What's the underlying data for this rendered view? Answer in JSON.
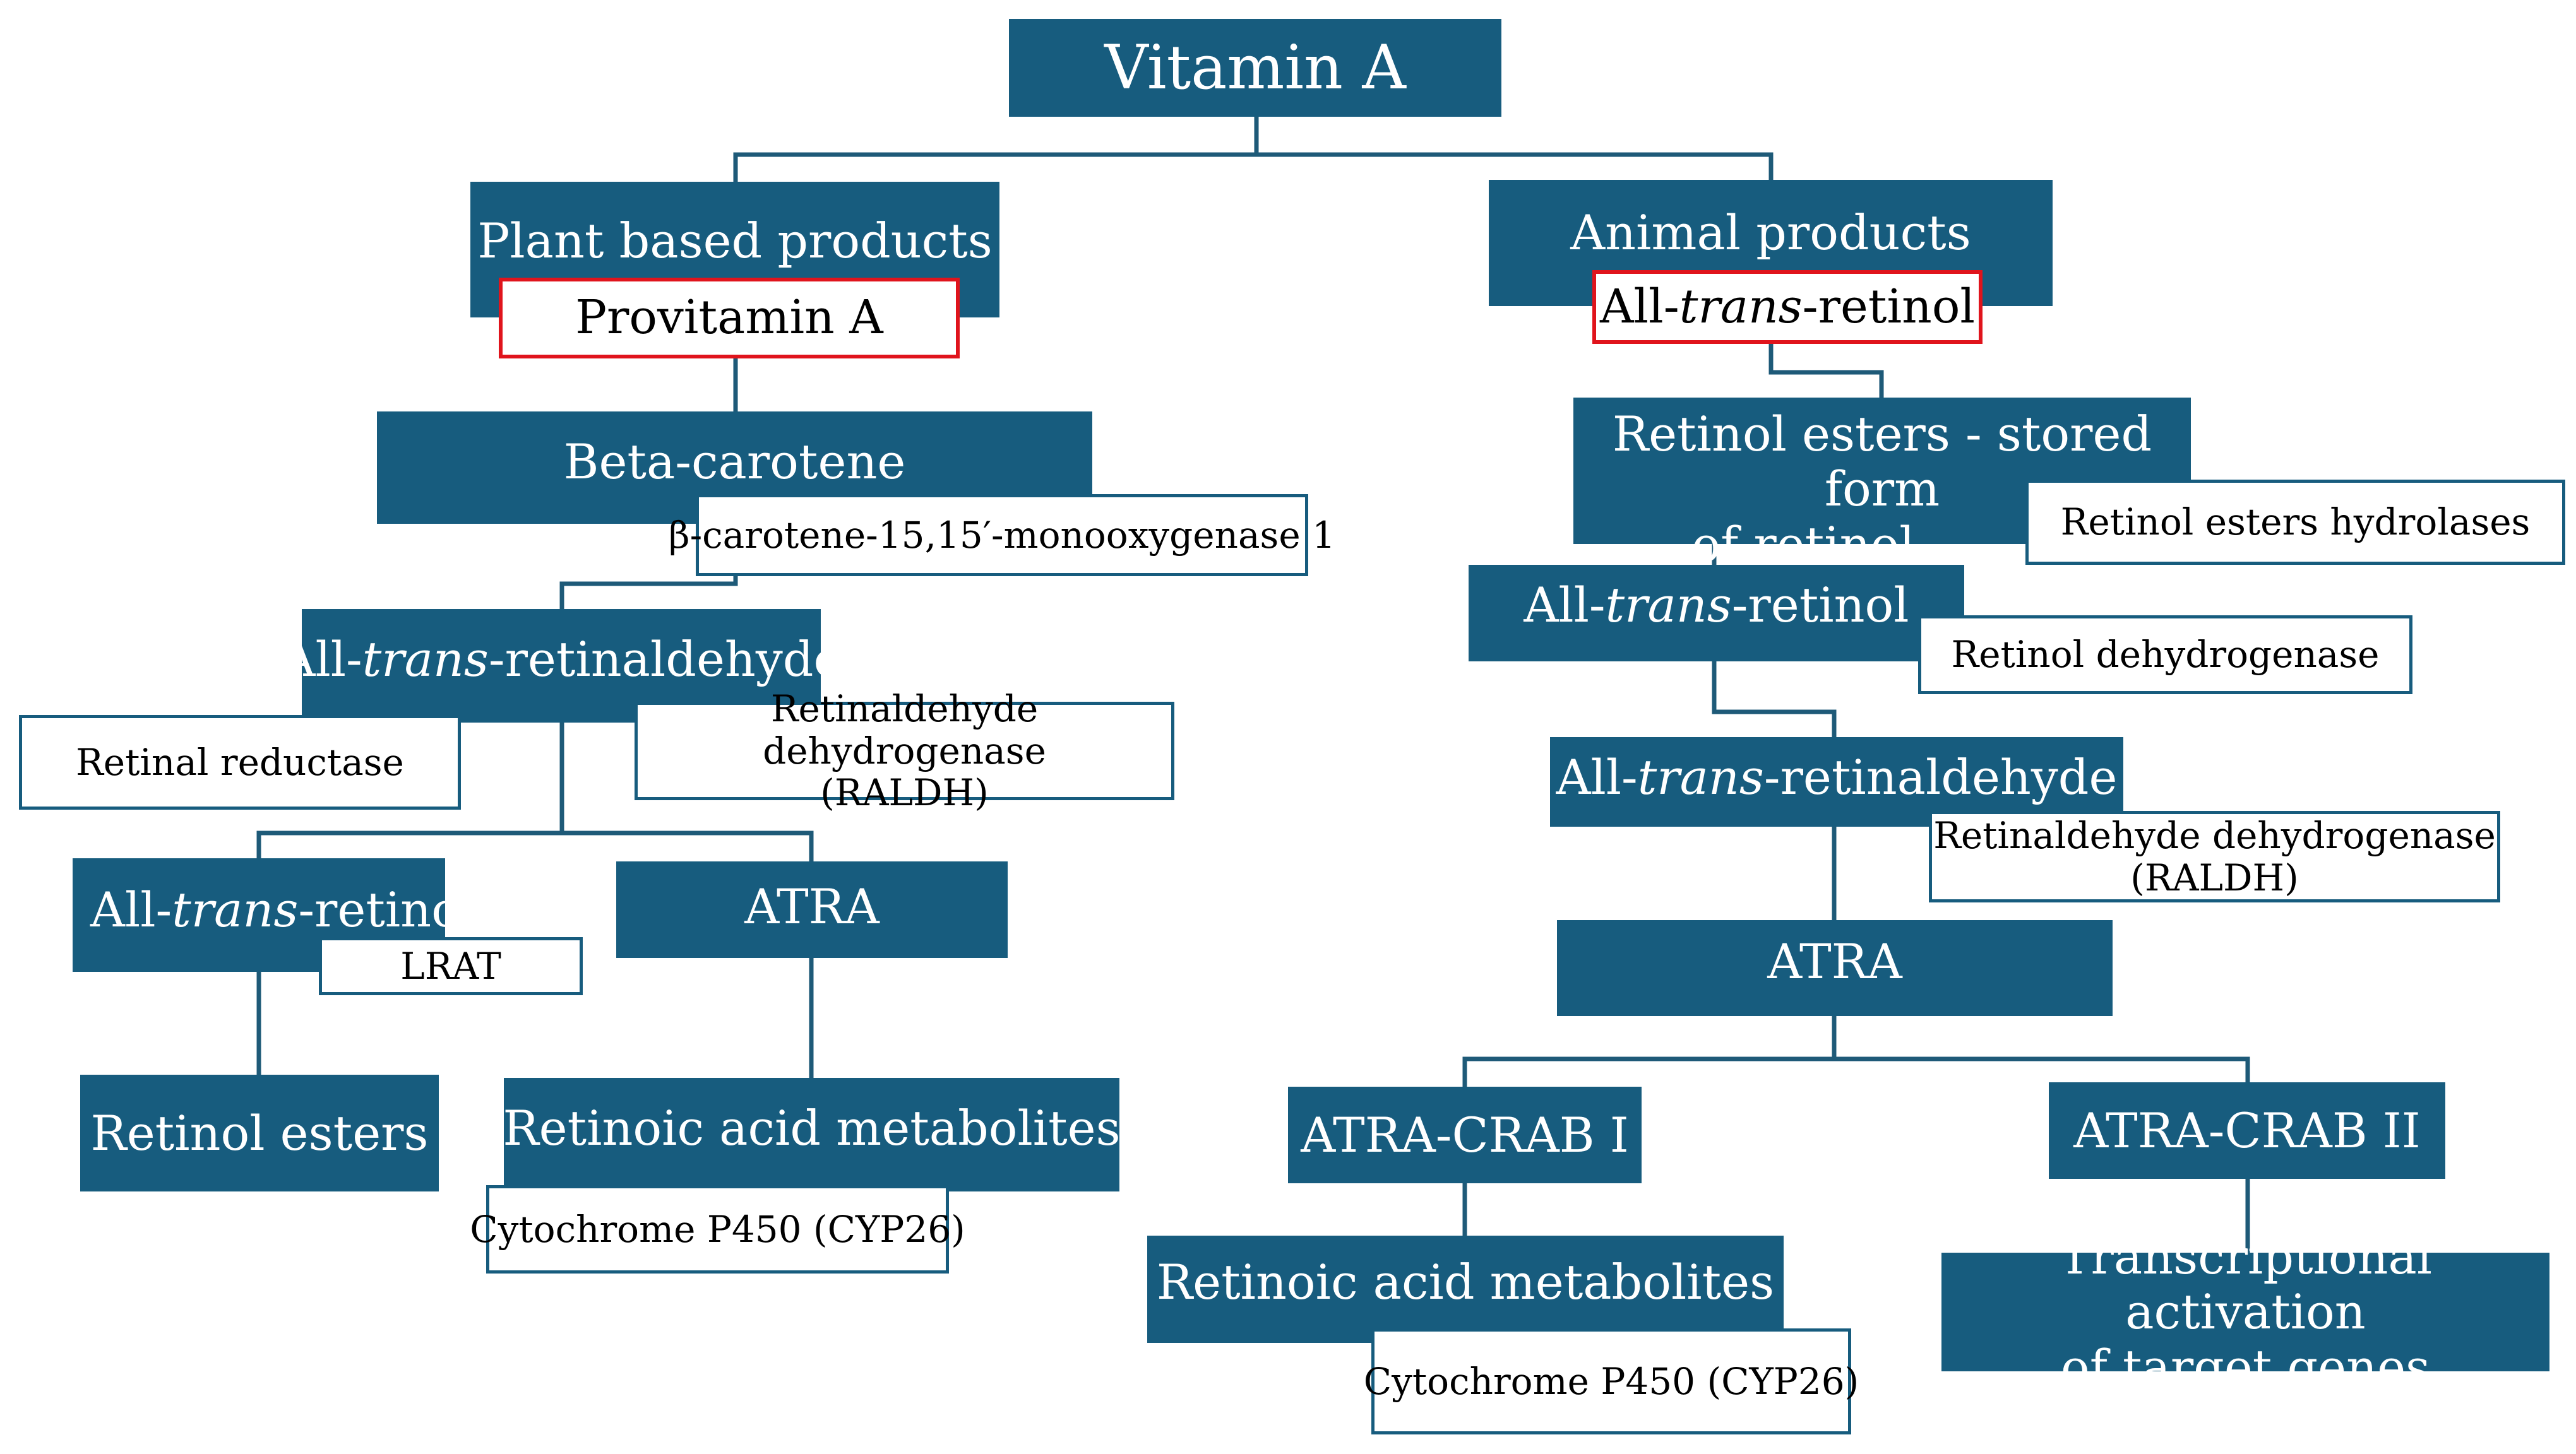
{
  "diagram": {
    "root": "Vitamin A",
    "plant": {
      "title": "Plant based products",
      "subtitle": "Provitamin A",
      "beta_carotene": "Beta-carotene",
      "enzyme_bcmo1": "β-carotene-15,15′-monooxygenase 1",
      "retinaldehyde": {
        "pre": "All-",
        "it": "trans",
        "post": "-retinaldehyde"
      },
      "enzyme_retinal_reductase": "Retinal reductase",
      "enzyme_raldh": [
        "Retinaldehyde dehydrogenase",
        "(RALDH)"
      ],
      "retinol": {
        "pre": "All-",
        "it": "trans",
        "post": "-retinol"
      },
      "enzyme_lrat": "LRAT",
      "atra": "ATRA",
      "retinol_esters": "Retinol esters",
      "ra_metabolites": "Retinoic acid metabolites",
      "enzyme_cyp26": "Cytochrome P450 (CYP26)"
    },
    "animal": {
      "title": "Animal products",
      "subtitle": {
        "pre": "All-",
        "it": "trans",
        "post": "-retinol"
      },
      "esters": [
        "Retinol esters - stored form",
        "of retinol"
      ],
      "enzyme_hydrolases": "Retinol esters hydrolases",
      "retinol": {
        "pre": "All-",
        "it": "trans",
        "post": "-retinol"
      },
      "enzyme_rdh": "Retinol dehydrogenase",
      "retinaldehyde": {
        "pre": "All-",
        "it": "trans",
        "post": "-retinaldehyde"
      },
      "enzyme_raldh": [
        "Retinaldehyde dehydrogenase",
        "(RALDH)"
      ],
      "atra": "ATRA",
      "crab1": "ATRA-CRAB I",
      "crab2": "ATRA-CRAB II",
      "ra_metabolites": "Retinoic acid metabolites",
      "enzyme_cyp26": "Cytochrome P450 (CYP26)",
      "transcription": [
        "Transcriptional activation",
        "of target genes"
      ]
    }
  },
  "colors": {
    "node_fill": "#175c7e",
    "connector": "#1e5a78",
    "highlight_border": "#e0141c"
  }
}
